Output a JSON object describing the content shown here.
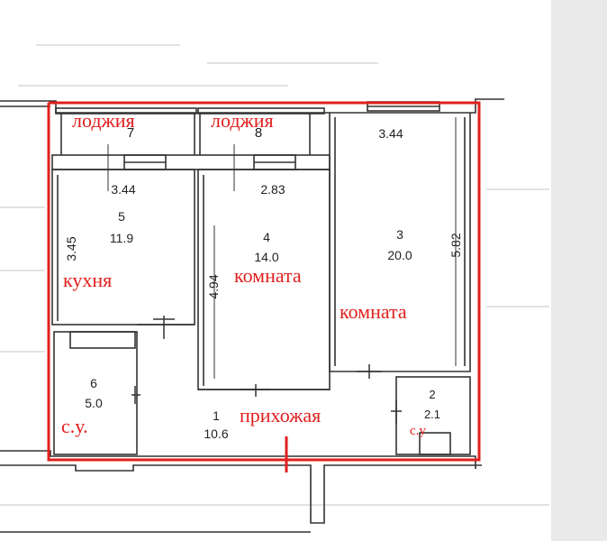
{
  "colors": {
    "walls": "#333333",
    "outline": "#e0201e",
    "labels": "#e0201e",
    "background": "#ffffff",
    "faded_scan": "#dcdcdc"
  },
  "rooms": [
    {
      "id": "loggia-left",
      "number": "7",
      "label": "лоджия"
    },
    {
      "id": "loggia-right",
      "number": "8",
      "label": "лоджия"
    },
    {
      "id": "kitchen",
      "number": "5",
      "area": "11.9",
      "label": "кухня"
    },
    {
      "id": "room-middle",
      "number": "4",
      "area": "14.0",
      "label": "комната"
    },
    {
      "id": "room-right",
      "number": "3",
      "area": "20.0",
      "label": "комната"
    },
    {
      "id": "bathroom",
      "number": "6",
      "area": "5.0",
      "label": "с.у."
    },
    {
      "id": "hallway",
      "number": "1",
      "area": "10.6",
      "label": "прихожая"
    },
    {
      "id": "toilet",
      "number": "2",
      "area": "2.1",
      "label": "с.у"
    }
  ],
  "dimensions": {
    "kitchen_width": "3.44",
    "kitchen_depth": "3.45",
    "middle_width": "2.83",
    "middle_depth": "4.94",
    "right_width": "3.44",
    "right_depth": "5.82"
  }
}
